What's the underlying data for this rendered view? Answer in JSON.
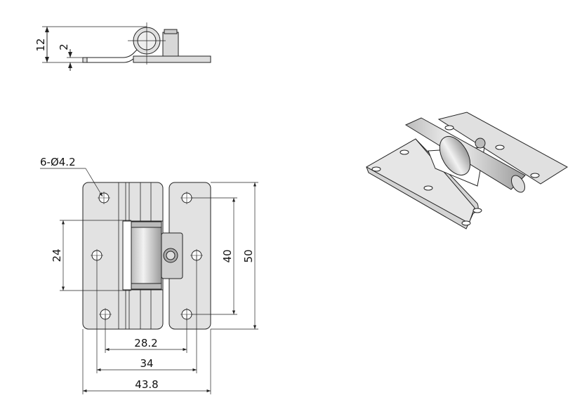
{
  "top_view": {
    "dim_height": "12",
    "dim_thickness": "2"
  },
  "front_view": {
    "hole_callout": "6-Ø4.2",
    "dim_hole_pitch_left": "24",
    "dim_hole_pitch_right": "40",
    "dim_overall_height": "50",
    "dim_outer_hole_spacing": "28.2",
    "dim_middle_hole_spacing": "34",
    "dim_overall_width": "43.8"
  },
  "colors": {
    "plate": "#e2e2e2",
    "line": "#222222",
    "shade": "#c8c8c8"
  }
}
